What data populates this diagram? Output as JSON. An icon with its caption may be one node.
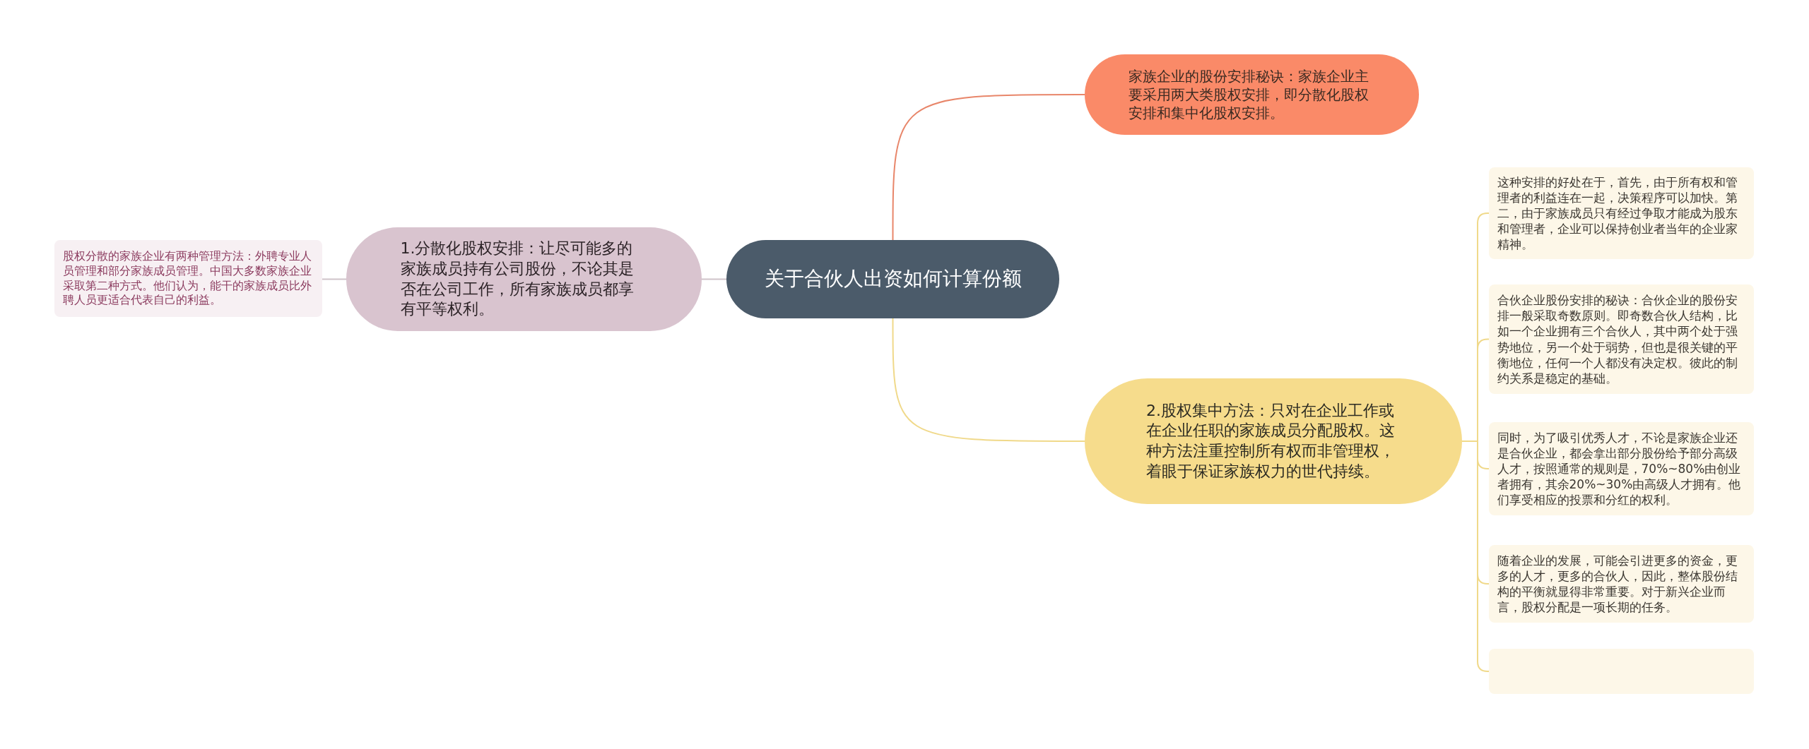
{
  "diagram": {
    "nodes": [
      {
        "text": [
          "关于合伙人出资如何计算份额"
        ]
      },
      {
        "text": [
          "家族企业的股份安排秘诀：家族企业主要采用两大类股权安排，即分散化股权安排和集中化股权安排。"
        ]
      },
      {
        "text": [
          "1.分散化股权安排：让尽可能多的家族成员持有公司股份，不论其是否在公司工作，所有家族成员都享有平等权利。"
        ]
      },
      {
        "text": [
          "股权分散的家族企业有两种管理方法：外聘专业人员管理和部分家族成员管理。中国大多数家族企业采取第二种方式。他们认为，能干的家族成员比外聘人员更适合代表自己的利益。"
        ]
      },
      {
        "text": [
          "2.股权集中方法：只对在企业工作或在企业任职的家族成员分配股权。这种方法注重控制所有权而非管理权，着眼于保证家族权力的世代持续。"
        ]
      },
      {
        "text": [
          "这种安排的好处在于，首先，由于所有权和管理者的利益连在一起，决策程序可以加快。第二，由于家族成员只有经过争取才能成为股东和管理者，企业可以保持创业者当年的企业家精神。"
        ]
      },
      {
        "text": [
          "合伙企业股份安排的秘诀：合伙企业的股份安排一般采取奇数原则。即奇数合伙人结构，比如一个企业拥有三个合伙人，其中两个处于强势地位，另一个处于弱势，但也是很关键的平衡地位，任何一个人都没有决定权。彼此的制约关系是稳定的基础。"
        ]
      },
      {
        "text": [
          "同时，为了吸引优秀人才，不论是家族企业还是合伙企业，都会拿出部分股份给予部分高级人才，按照通常的规则是，70%~80%由创业者拥有，其余20%~30%由高级人才拥有。他们享受相应的投票和分红的权利。"
        ]
      },
      {
        "text": [
          "随着企业的发展，可能会引进更多的资金，更多的人才，更多的合伙人，因此，整体股份结构的平衡就显得非常重要。对于新兴企业而言，股权分配是一项长期的任务。"
        ]
      },
      {
        "text": [],
        "shape": "box"
      }
    ],
    "edges": [
      {
        "from": 0,
        "to": 1,
        "arrow": "none",
        "color": "#e8866a"
      },
      {
        "from": 0,
        "to": 2,
        "arrow": "none",
        "color": "#cfc3c9"
      },
      {
        "from": 2,
        "to": 3,
        "arrow": "none",
        "color": "#cfc3c9"
      },
      {
        "from": 0,
        "to": 4,
        "arrow": "none"
      },
      {
        "from": 4,
        "to": 5,
        "arrow": "none"
      },
      {
        "from": 4,
        "to": 6,
        "arrow": "none"
      },
      {
        "from": 4,
        "to": 7,
        "arrow": "none"
      },
      {
        "from": 4,
        "to": 8,
        "arrow": "none"
      },
      {
        "from": 4,
        "to": 9,
        "arrow": "none"
      }
    ]
  }
}
